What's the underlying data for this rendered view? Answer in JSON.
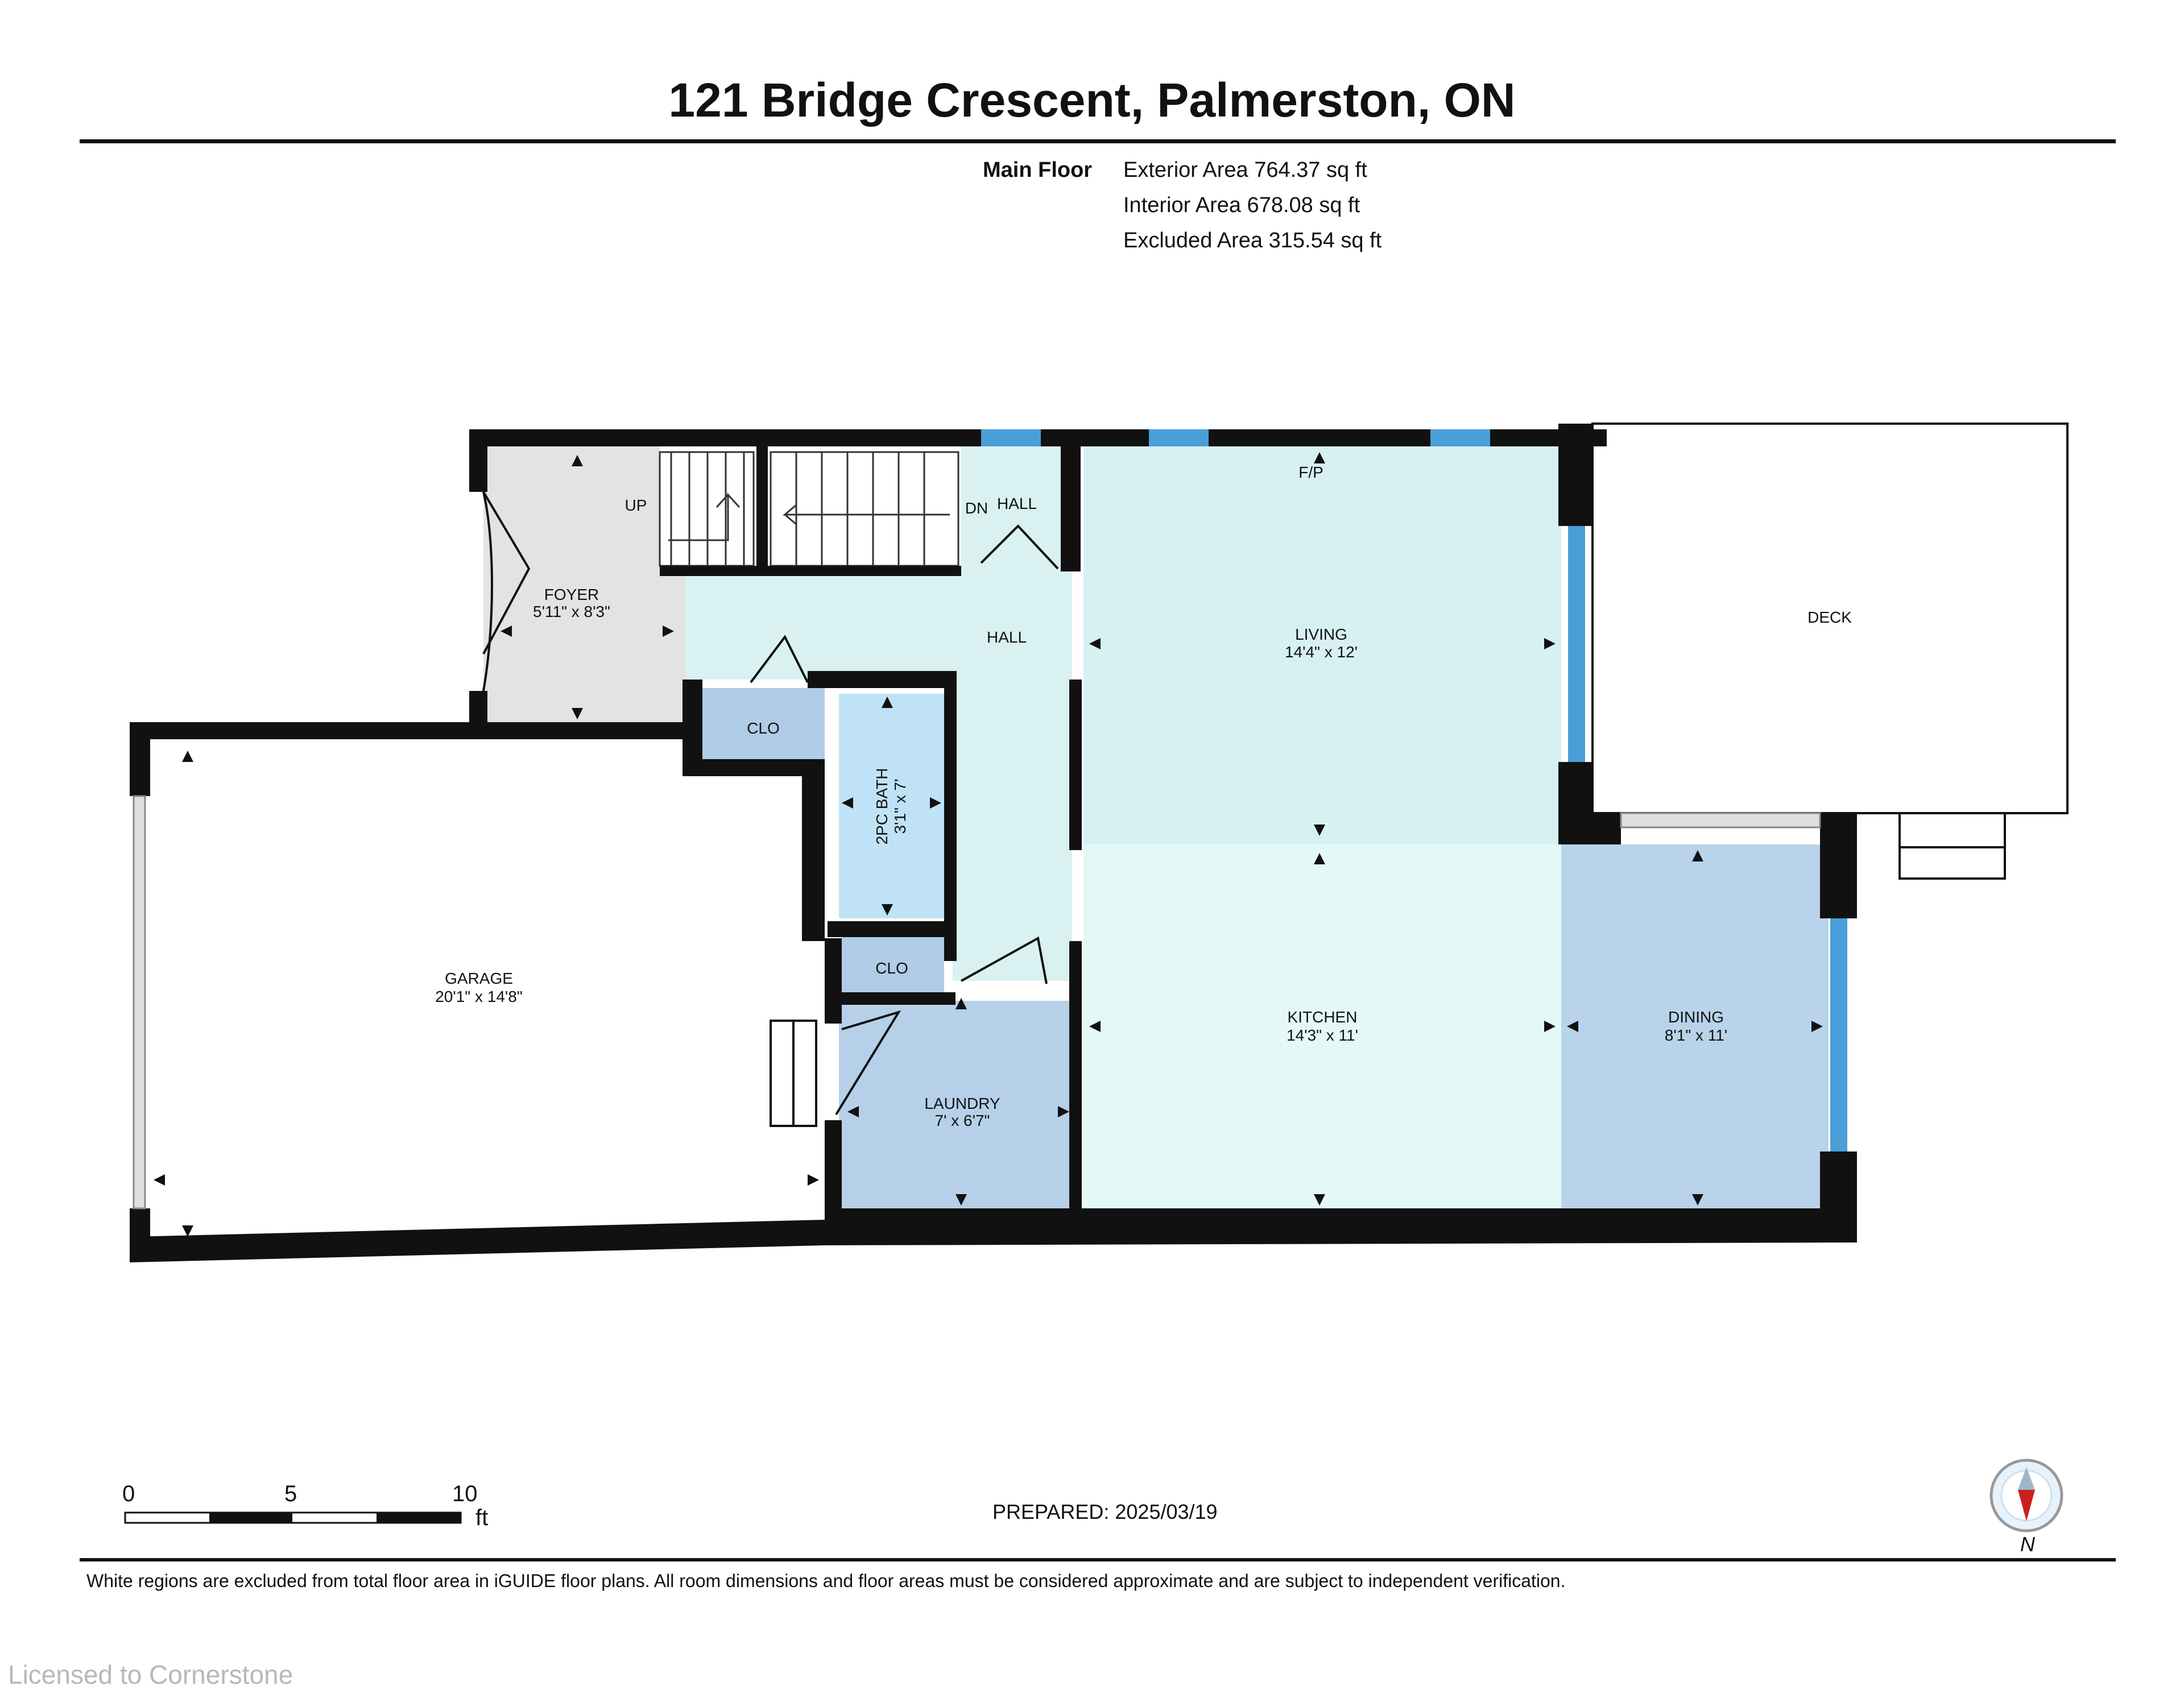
{
  "title": "121 Bridge Crescent, Palmerston, ON",
  "floor": {
    "name": "Main Floor",
    "areas": [
      "Exterior Area 764.37 sq ft",
      "Interior Area 678.08 sq ft",
      "Excluded Area 315.54 sq ft"
    ]
  },
  "rooms": {
    "foyer": {
      "name": "FOYER",
      "dims": "5'11\" x 8'3\""
    },
    "hall_upper": {
      "name": "HALL"
    },
    "hall": {
      "name": "HALL"
    },
    "living": {
      "name": "LIVING",
      "dims": "14'4\" x 12'"
    },
    "deck": {
      "name": "DECK"
    },
    "clo1": {
      "name": "CLO"
    },
    "clo2": {
      "name": "CLO"
    },
    "bath": {
      "name": "2PC BATH",
      "dims": "3'1\" x 7'"
    },
    "garage": {
      "name": "GARAGE",
      "dims": "20'1\" x 14'8\""
    },
    "kitchen": {
      "name": "KITCHEN",
      "dims": "14'3\" x 11'"
    },
    "dining": {
      "name": "DINING",
      "dims": "8'1\" x 11'"
    },
    "laundry": {
      "name": "LAUNDRY",
      "dims": "7' x 6'7\""
    }
  },
  "labels": {
    "up": "UP",
    "dn": "DN",
    "fp": "F/P"
  },
  "scale": {
    "ticks": [
      "0",
      "5",
      "10"
    ],
    "unit": "ft"
  },
  "prepared": "PREPARED: 2025/03/19",
  "compass": "N",
  "disclaimer": "White regions are excluded from total floor area in iGUIDE floor plans. All room dimensions and floor areas must be considered approximate and are subject to independent verification.",
  "watermark": "Licensed to Cornerstone",
  "colors": {
    "wall": "#111111",
    "window": "#4a9fd8",
    "living": "#d7f0f2",
    "hall": "#d9f1f1",
    "kitchen": "#e5f8f8",
    "foyer": "#e3e3e3",
    "closet": "#b0cce6",
    "bath": "#bfe2f7",
    "laundry": "#b5d0e8",
    "dining": "#b8d3ea",
    "compass_arrow": "#cc1f1f"
  }
}
